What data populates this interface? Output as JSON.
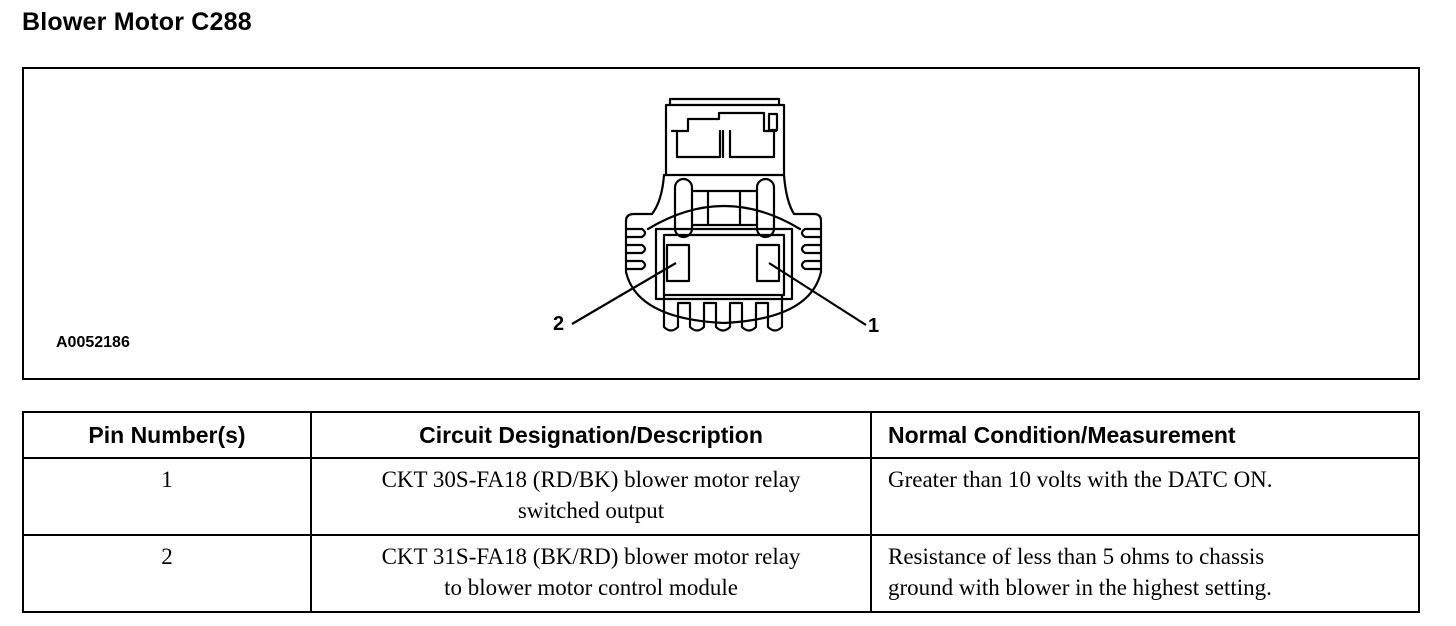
{
  "title": "Blower Motor C288",
  "figure": {
    "id": "A0052186",
    "callouts": [
      "2",
      "1"
    ]
  },
  "table": {
    "headers": [
      "Pin Number(s)",
      "Circuit Designation/Description",
      "Normal Condition/Measurement"
    ],
    "rows": [
      {
        "pin": "1",
        "circuit_line1": "CKT 30S-FA18 (RD/BK) blower motor relay",
        "circuit_line2": "switched output",
        "condition_line1": "Greater than 10 volts with the DATC ON.",
        "condition_line2": ""
      },
      {
        "pin": "2",
        "circuit_line1": "CKT 31S-FA18 (BK/RD) blower motor relay",
        "circuit_line2": "to blower motor control module",
        "condition_line1": "Resistance of less than 5 ohms to chassis",
        "condition_line2": "ground with blower in the highest setting."
      }
    ]
  }
}
